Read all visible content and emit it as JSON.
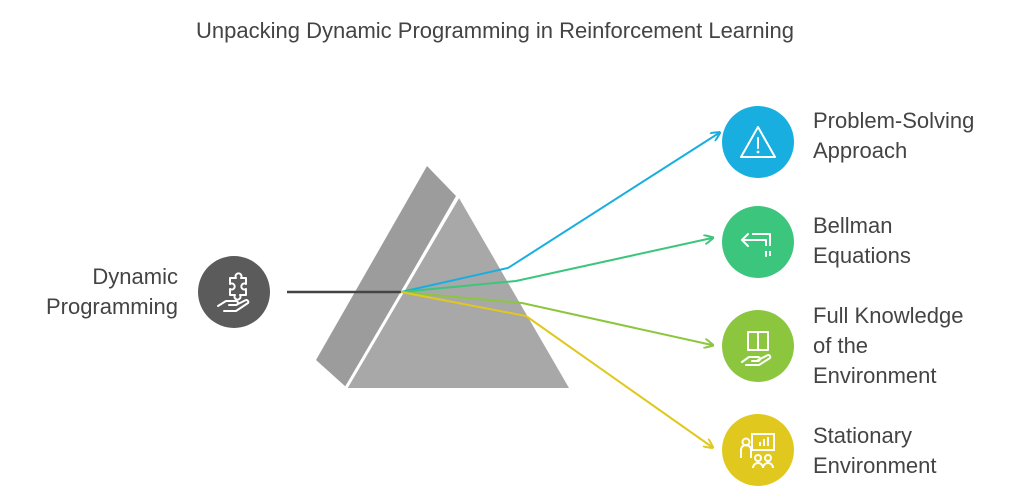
{
  "title": "Unpacking Dynamic Programming in Reinforcement Learning",
  "input": {
    "lines": [
      "Dynamic",
      "Programming"
    ],
    "color": "#5b5b5b",
    "icon": "hand-puzzle-icon"
  },
  "outputs": [
    {
      "lines": [
        "Problem-Solving",
        "Approach"
      ],
      "color": "#19aee0",
      "icon": "warning-triangle-icon"
    },
    {
      "lines": [
        "Bellman",
        "Equations"
      ],
      "color": "#3cc57c",
      "icon": "arrow-return-icon"
    },
    {
      "lines": [
        "Full Knowledge",
        "of the",
        "Environment"
      ],
      "color": "#8cc63f",
      "icon": "hand-book-icon"
    },
    {
      "lines": [
        "Stationary",
        "Environment"
      ],
      "color": "#e0c81f",
      "icon": "presentation-audience-icon"
    }
  ],
  "prism": {
    "front_color": "#a8a8a8",
    "side_color": "#9c9c9c"
  }
}
